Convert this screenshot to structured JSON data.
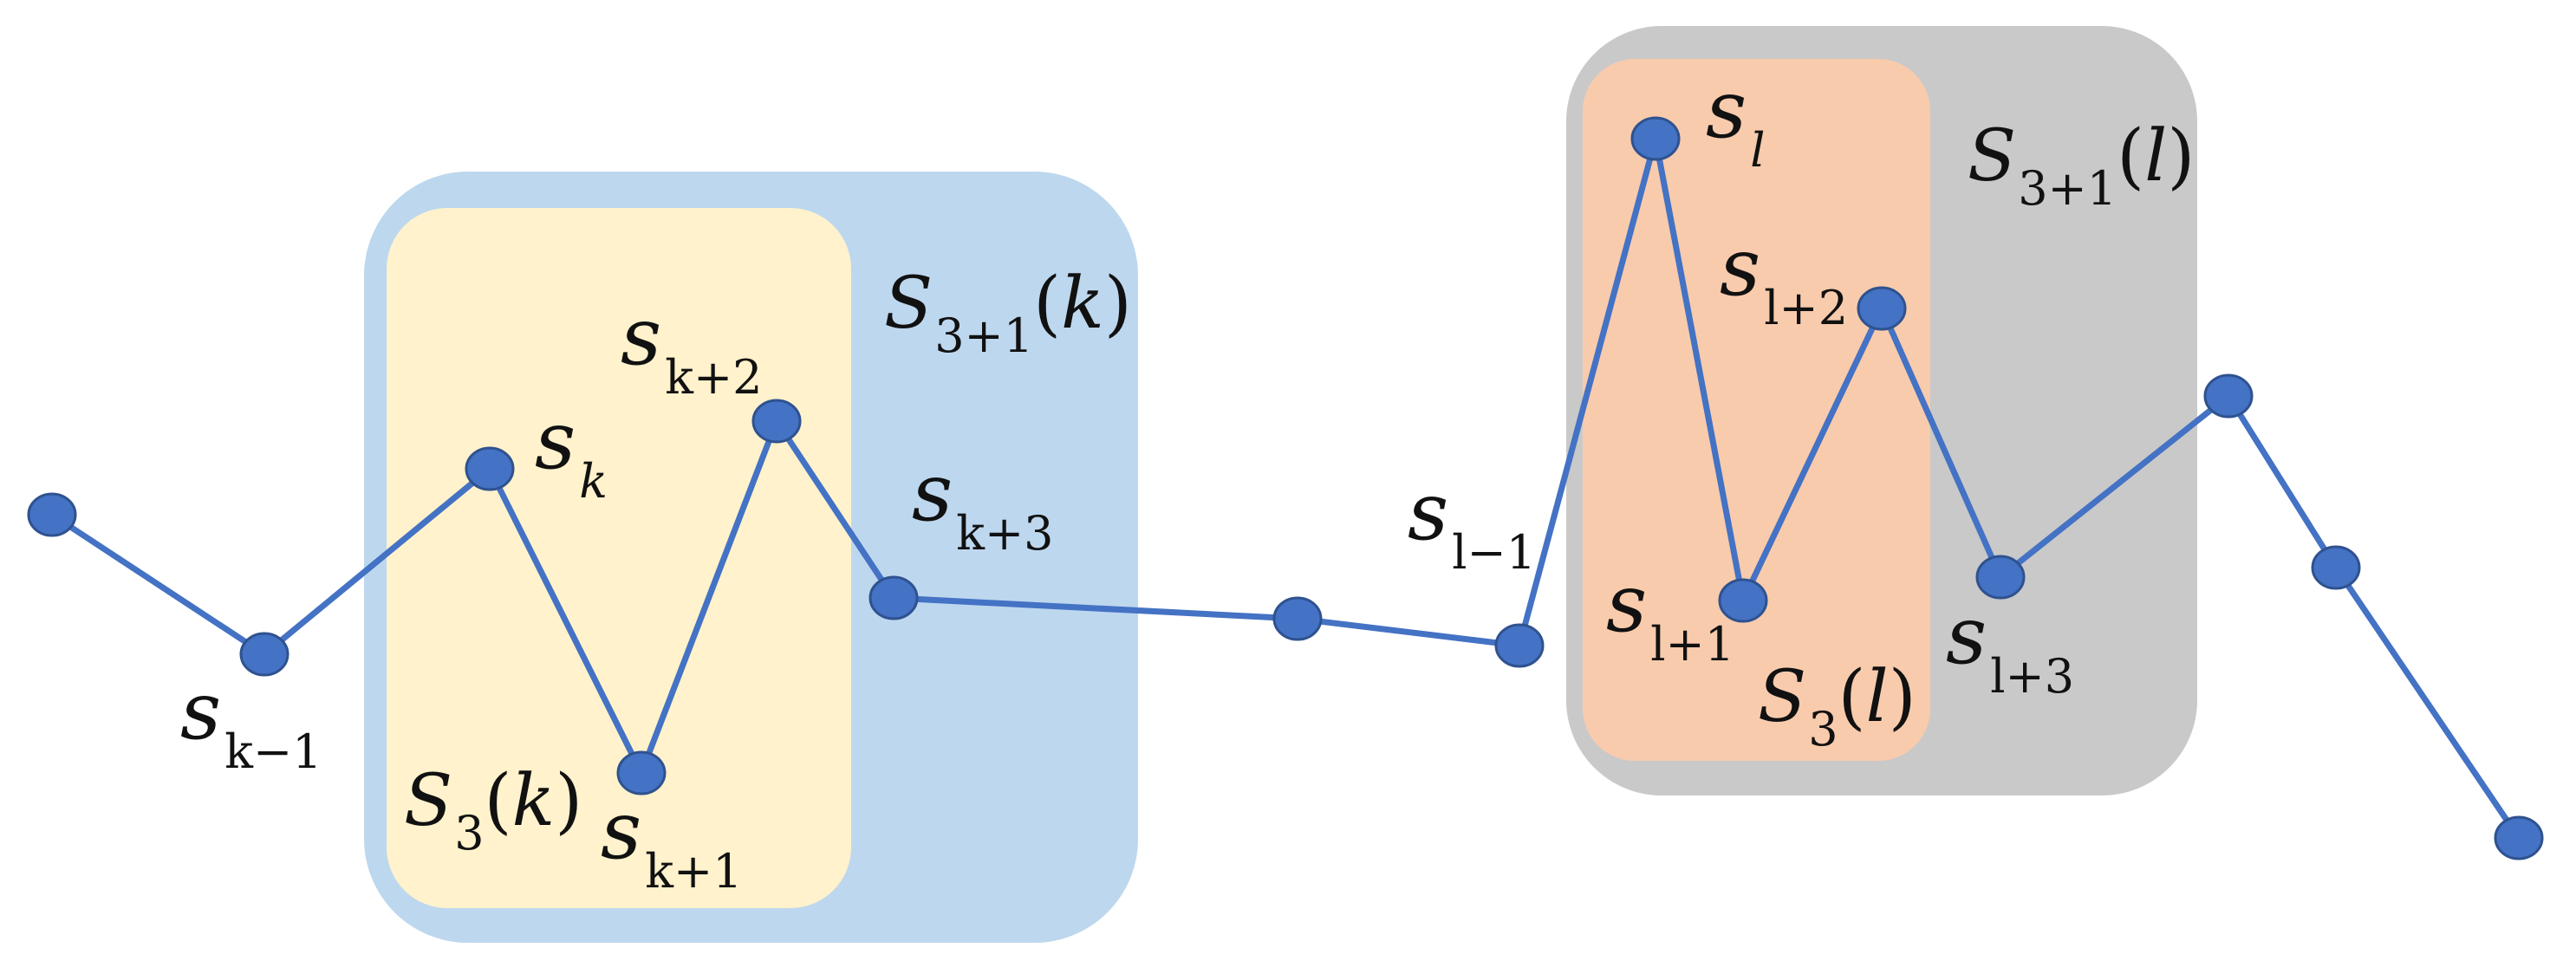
{
  "colors": {
    "line": "#4472c4",
    "node_fill": "#4472c4",
    "node_stroke": "#2f528f",
    "region_s3plus1_k": "#bdd7ee",
    "region_s3_k": "#fff2cc",
    "region_s3plus1_l": "#c9c9c9",
    "region_s3_l": "#f8cbad"
  },
  "regions": {
    "s3plus1_k": {
      "S": "S",
      "sub": "3+1",
      "arg": "k"
    },
    "s3_k": {
      "S": "S",
      "sub": "3",
      "arg": "k"
    },
    "s3plus1_l": {
      "S": "S",
      "sub": "3+1",
      "arg": "l"
    },
    "s3_l": {
      "S": "S",
      "sub": "3",
      "arg": "l"
    }
  },
  "nodes": [
    {
      "id": "n0",
      "label": ""
    },
    {
      "id": "n1",
      "label": "s",
      "sub": "k−1"
    },
    {
      "id": "n2",
      "label": "s",
      "sub": "k"
    },
    {
      "id": "n3",
      "label": "s",
      "sub": "k+1"
    },
    {
      "id": "n4",
      "label": "s",
      "sub": "k+2"
    },
    {
      "id": "n5",
      "label": "s",
      "sub": "k+3"
    },
    {
      "id": "n6",
      "label": ""
    },
    {
      "id": "n7",
      "label": "s",
      "sub": "l−1"
    },
    {
      "id": "n8",
      "label": "s",
      "sub": "l"
    },
    {
      "id": "n9",
      "label": "s",
      "sub": "l+1"
    },
    {
      "id": "n10",
      "label": "s",
      "sub": "l+2"
    },
    {
      "id": "n11",
      "label": "s",
      "sub": "l+3"
    },
    {
      "id": "n12",
      "label": ""
    },
    {
      "id": "n13",
      "label": ""
    },
    {
      "id": "n14",
      "label": ""
    }
  ]
}
